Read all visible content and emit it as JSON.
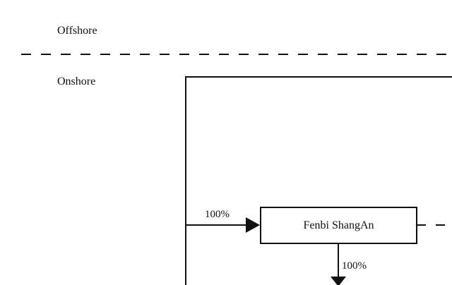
{
  "regions": {
    "offshore_label": "Offshore",
    "onshore_label": "Onshore"
  },
  "entities": {
    "fenbi_shangan": "Fenbi ShangAn"
  },
  "ownership": {
    "into_fenbi_shangan": "100%",
    "from_fenbi_shangan": "100%"
  }
}
